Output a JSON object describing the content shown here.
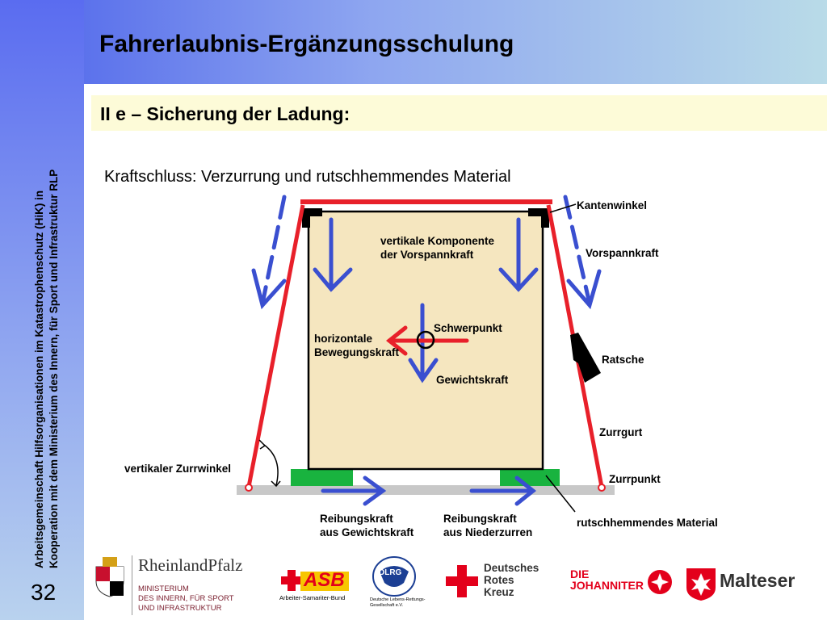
{
  "slide": {
    "title": "Fahrerlaubnis-Ergänzungsschulung",
    "subtitle": "II e – Sicherung der Ladung:",
    "intro": "Kraftschluss: Verzurrung und rutschhemmendes Material",
    "sidebar_line1": "Arbeitsgemeinschaft Hilfsorganisationen im  Katastrophenschutz (HiK) in",
    "sidebar_line2": "Kooperation mit dem Ministerium des Innern, für Sport und Infrastruktur RLP",
    "page_number": "32"
  },
  "diagram": {
    "labels": {
      "kantenwinkel": "Kantenwinkel",
      "vorspannkraft": "Vorspannkraft",
      "vertikale_komponente_1": "vertikale Komponente",
      "vertikale_komponente_2": "der Vorspannkraft",
      "schwerpunkt": "Schwerpunkt",
      "horizontale_1": "horizontale",
      "horizontale_2": "Bewegungskraft",
      "gewichtskraft": "Gewichtskraft",
      "ratsche": "Ratsche",
      "zurrgurt": "Zurrgurt",
      "vertikaler_zurrwinkel": "vertikaler Zurrwinkel",
      "zurrpunkt": "Zurrpunkt",
      "reibung_gewicht_1": "Reibungskraft",
      "reibung_gewicht_2": "aus Gewichtskraft",
      "reibung_nieder_1": "Reibungskraft",
      "reibung_nieder_2": "aus Niederzurren",
      "rutschhemmend": "rutschhemmendes Material"
    },
    "colors": {
      "strap": "#e8202a",
      "force_arrow": "#3a4fd0",
      "load": "#f5e6bf",
      "friction_mat": "#19b33f",
      "floor": "#c8c8c8",
      "subtitle_bg": "#fdfbd8"
    }
  },
  "logos": {
    "rlp_name": "RheinlandPfalz",
    "rlp_line1": "MINISTERIUM",
    "rlp_line2": "DES INNERN, FÜR SPORT",
    "rlp_line3": "UND INFRASTRUKTUR",
    "asb_text": "ASB",
    "asb_sub": "Arbeiter-Samariter-Bund",
    "dlrg_text": "DLRG",
    "dlrg_sub1": "Deutsche Lebens-Rettungs-",
    "dlrg_sub2": "Gesellschaft e.V.",
    "drk_line1": "Deutsches",
    "drk_line2": "Rotes",
    "drk_line3": "Kreuz",
    "juh_line1": "DIE",
    "juh_line2": "JOHANNITER",
    "malteser_text": "Malteser"
  }
}
